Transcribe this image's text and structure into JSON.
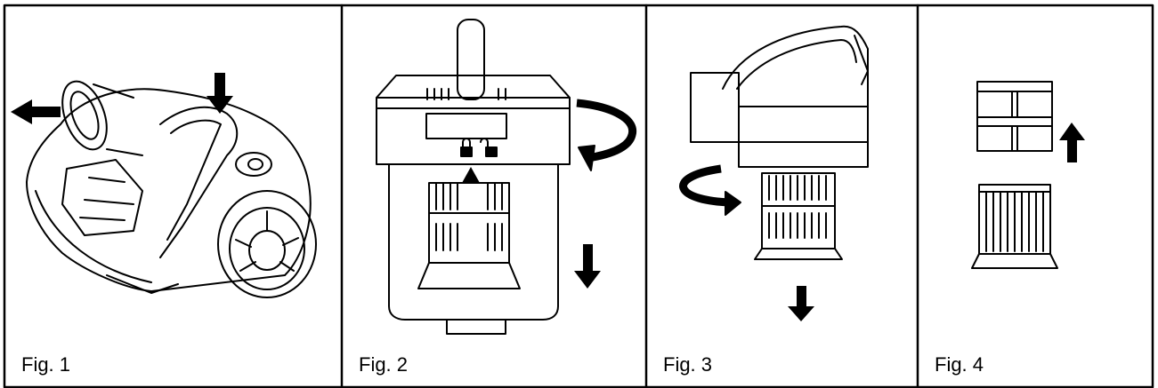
{
  "figures": [
    {
      "caption": "Fig. 1",
      "icon": "vacuum-cleaner-icon"
    },
    {
      "caption": "Fig. 2",
      "icon": "dust-container-unlock-icon"
    },
    {
      "caption": "Fig. 3",
      "icon": "filter-removal-icon"
    },
    {
      "caption": "Fig. 4",
      "icon": "filter-separation-icon"
    }
  ],
  "colors": {
    "line": "#000000",
    "background": "#ffffff"
  }
}
